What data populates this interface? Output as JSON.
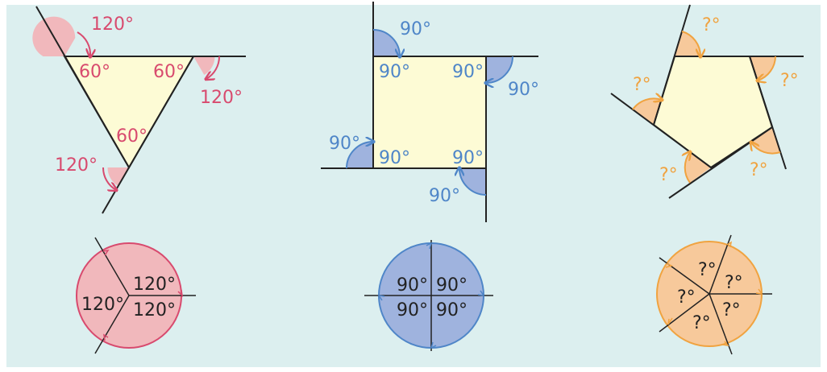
{
  "colors": {
    "background": "#dcefef",
    "outline": "#222222",
    "fill_shape": "#fdfbd5",
    "triangle_accent": "#d84a6e",
    "triangle_fill": "#f1b8bc",
    "square_accent": "#4f86c8",
    "square_fill": "#9fb3de",
    "pentagon_accent": "#f0a340",
    "pentagon_fill": "#f7c99b"
  },
  "triangle": {
    "interior_angles": [
      "60°",
      "60°",
      "60°"
    ],
    "exterior_angles": [
      "120°",
      "120°",
      "120°"
    ],
    "circle_angles": [
      "120°",
      "120°",
      "120°"
    ]
  },
  "square": {
    "interior_angles": [
      "90°",
      "90°",
      "90°",
      "90°"
    ],
    "exterior_angles": [
      "90°",
      "90°",
      "90°",
      "90°"
    ],
    "circle_angles": [
      "90°",
      "90°",
      "90°",
      "90°"
    ]
  },
  "pentagon": {
    "exterior_angles": [
      "?°",
      "?°",
      "?°",
      "?°",
      "?°"
    ],
    "circle_angles": [
      "?°",
      "?°",
      "?°",
      "?°",
      "?°"
    ]
  }
}
